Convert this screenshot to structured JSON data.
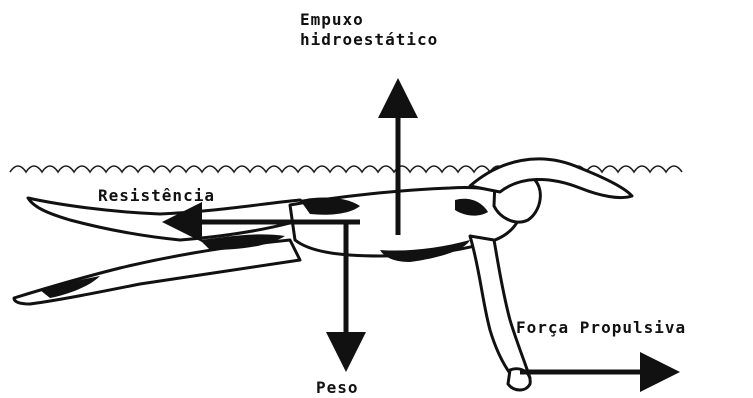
{
  "labels": {
    "buoyancy": [
      "Empuxo",
      "hidroestático"
    ],
    "drag": "Resistência",
    "propulsion": "Força Propulsiva",
    "weight": "Peso"
  },
  "colors": {
    "ink": "#111111",
    "background": "#ffffff"
  }
}
